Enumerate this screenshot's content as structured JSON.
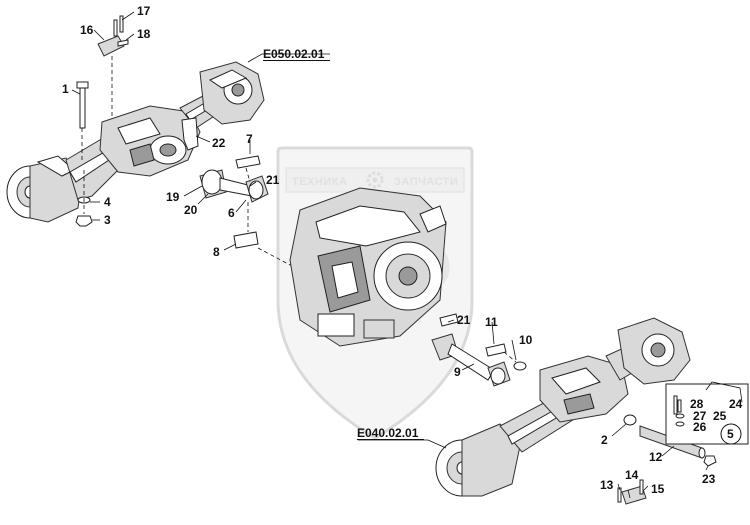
{
  "reference_labels": {
    "upper_axle": "E050.02.01",
    "lower_axle": "E040.02.01"
  },
  "watermark": {
    "left_text": "ТЕХНИКА",
    "right_text": "ЗАПЧАСТИ",
    "logo_text": "ЭФ"
  },
  "callouts": {
    "n1": "1",
    "n2": "2",
    "n3": "3",
    "n4": "4",
    "n5": "5",
    "n6": "6",
    "n7": "7",
    "n8": "8",
    "n9": "9",
    "n10": "10",
    "n11": "11",
    "n12": "12",
    "n13": "13",
    "n14": "14",
    "n15": "15",
    "n16": "16",
    "n17": "17",
    "n18": "18",
    "n19": "19",
    "n20": "20",
    "n21a": "21",
    "n21b": "21",
    "n22": "22",
    "n23": "23",
    "n24": "24",
    "n25": "25",
    "n26": "26",
    "n27": "27",
    "n28": "28"
  }
}
